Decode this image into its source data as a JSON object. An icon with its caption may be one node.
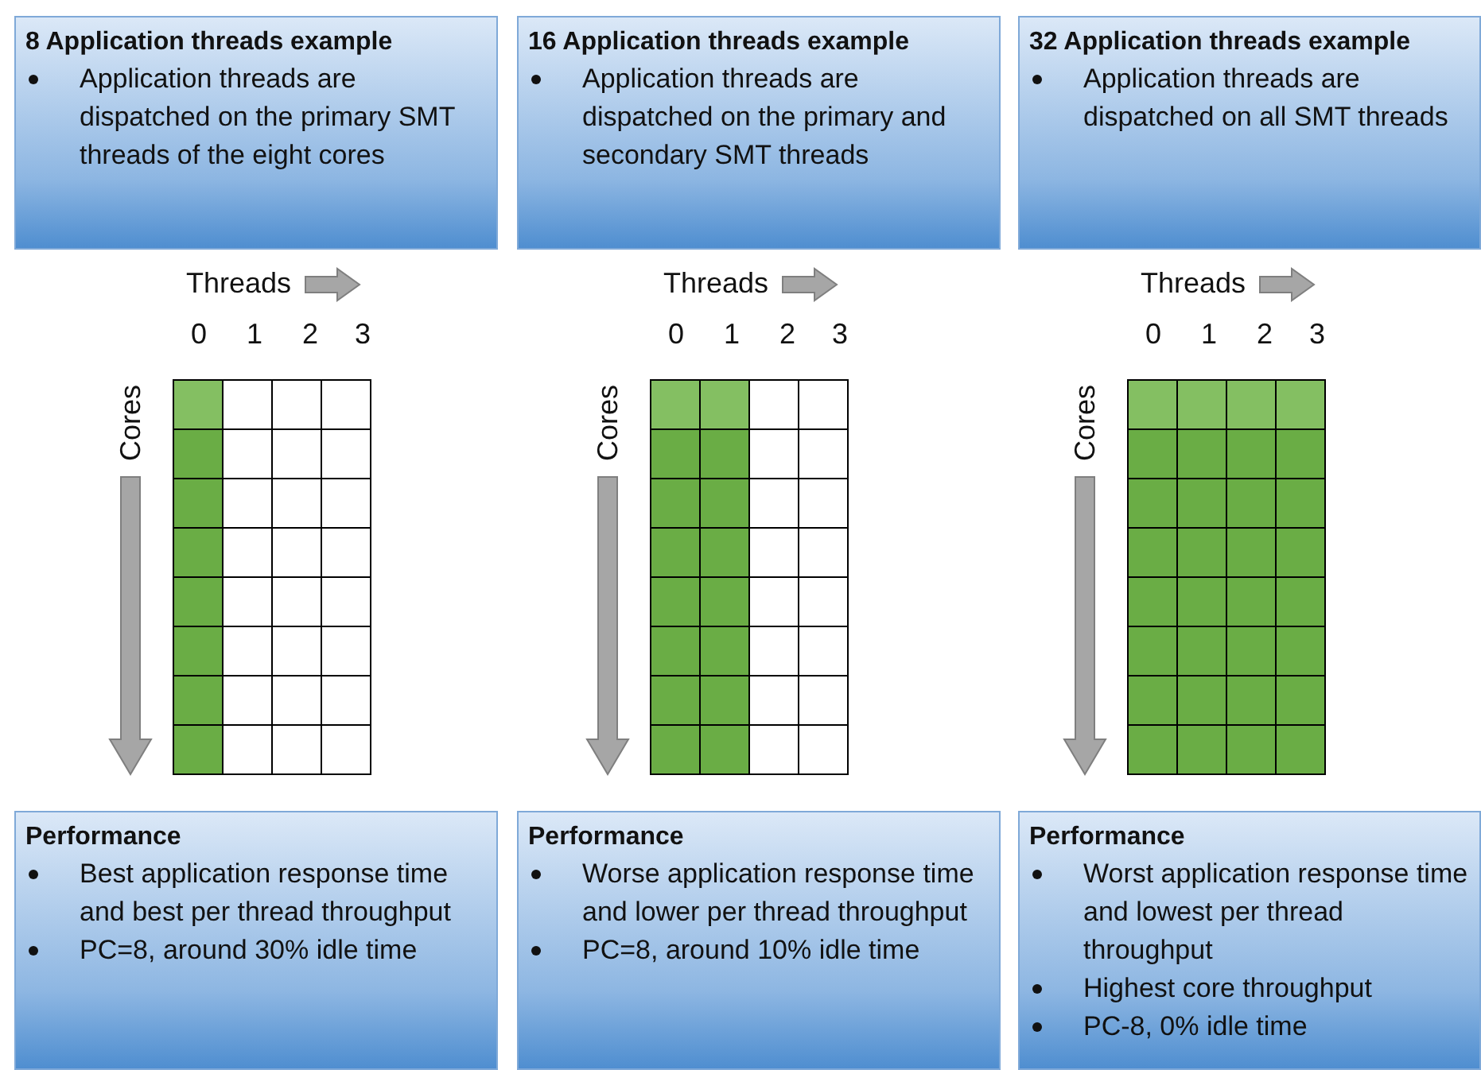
{
  "diagram": {
    "nodes": [
      {
        "text": [
          "8 Application threads example",
          "Application threads are dispatched on the primary SMT threads of the eight cores"
        ]
      },
      {
        "text": [
          "16 Application threads example",
          "Application threads are dispatched on the primary and secondary SMT threads"
        ]
      },
      {
        "text": [
          "32 Application threads example",
          "Application threads are dispatched on all SMT threads"
        ]
      },
      {
        "text": [
          "Performance",
          "Best application response time and best per thread throughput",
          "PC=8, around 30% idle time"
        ]
      },
      {
        "text": [
          "Performance",
          "Worse application response time and lower per thread throughput",
          "PC=8, around 10% idle time"
        ]
      },
      {
        "text": [
          "Performance",
          "Worst application response time and lowest per thread throughput",
          "Highest core throughput",
          "PC-8, 0% idle time"
        ]
      }
    ],
    "edges": [],
    "labels": [
      "Threads",
      "Threads",
      "Threads",
      "0",
      "1",
      "2",
      "3",
      "0",
      "1",
      "2",
      "3",
      "0",
      "1",
      "2",
      "3",
      "Cores",
      "Cores",
      "Cores"
    ]
  }
}
